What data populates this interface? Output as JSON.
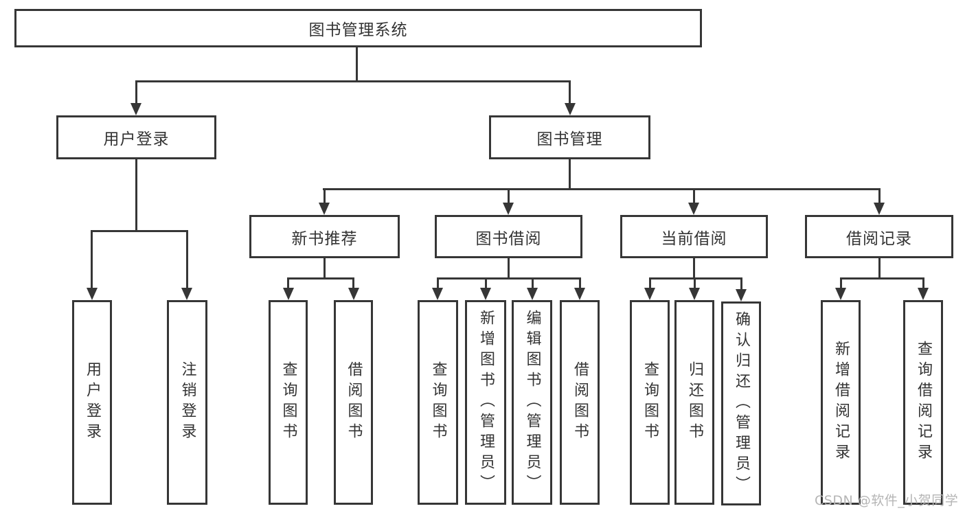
{
  "nodes": {
    "root": "图书管理系统",
    "level2": [
      "用户登录",
      "图书管理"
    ],
    "level3": [
      "新书推荐",
      "图书借阅",
      "当前借阅",
      "借阅记录"
    ],
    "user_login_children": [
      "用户登录",
      "注销登录"
    ],
    "new_book_children": [
      "查询图书",
      "借阅图书"
    ],
    "book_borrow_children": [
      "查询图书",
      "新增图书（管理员）",
      "编辑图书（管理员）",
      "借阅图书"
    ],
    "current_borrow_children": [
      "查询图书",
      "归还图书",
      "确认归还（管理员）"
    ],
    "borrow_record_children": [
      "新增借阅记录",
      "查询借阅记录"
    ]
  },
  "watermark": {
    "text": "CSDN @软件_小贺同学"
  },
  "icons": {
    "arrow_down": "css-triangle-down"
  },
  "colors": {
    "line": "#363636",
    "text": "#333333",
    "watermark": "#b5b5b5",
    "background": "#ffffff"
  }
}
